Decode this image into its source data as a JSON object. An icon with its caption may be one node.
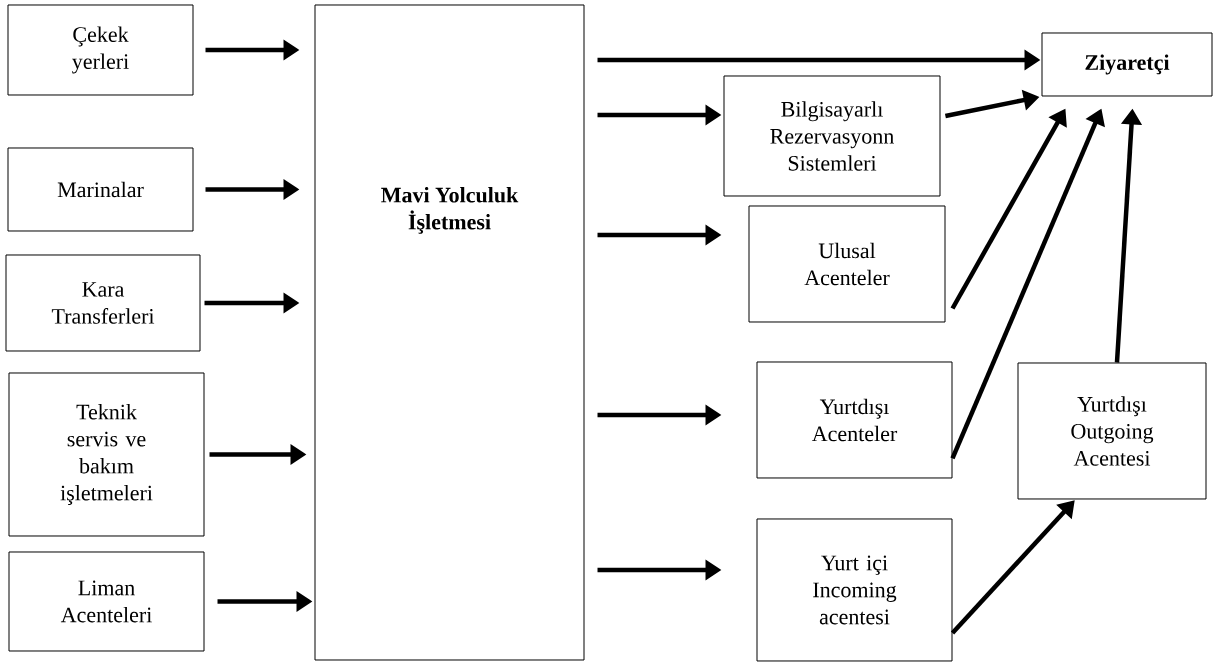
{
  "diagram": {
    "nodes": [
      {
        "text": [
          "Çekek yerleri"
        ]
      },
      {
        "text": [
          "Marinalar"
        ]
      },
      {
        "text": [
          "Kara Transferleri"
        ]
      },
      {
        "text": [
          "Teknik servis ve bakım işletmeleri"
        ]
      },
      {
        "text": [
          "Liman Acenteleri"
        ]
      },
      {
        "text": [
          "Mavi Yolculuk İşletmesi"
        ]
      },
      {
        "text": [
          "Ziyaretçi"
        ]
      },
      {
        "text": [
          "Bilgisayarlı Rezervasyonn Sistemleri"
        ]
      },
      {
        "text": [
          "Ulusal Acenteler"
        ]
      },
      {
        "text": [
          "Yurtdışı Acenteler"
        ]
      },
      {
        "text": [
          "Yurtdışı Outgoing Acentesi"
        ]
      },
      {
        "text": [
          "Yurt içi Incoming acentesi"
        ]
      }
    ],
    "edges": [
      {
        "from": 0,
        "to": 5,
        "arrow": "to"
      },
      {
        "from": 1,
        "to": 5,
        "arrow": "to"
      },
      {
        "from": 2,
        "to": 5,
        "arrow": "to"
      },
      {
        "from": 3,
        "to": 5,
        "arrow": "to"
      },
      {
        "from": 4,
        "to": 5,
        "arrow": "to"
      },
      {
        "from": 5,
        "to": 6,
        "arrow": "to"
      },
      {
        "from": 5,
        "to": 7,
        "arrow": "to"
      },
      {
        "from": 5,
        "to": 8,
        "arrow": "to"
      },
      {
        "from": 5,
        "to": 9,
        "arrow": "to"
      },
      {
        "from": 5,
        "to": 11,
        "arrow": "to"
      },
      {
        "from": 7,
        "to": 6,
        "arrow": "to"
      },
      {
        "from": 8,
        "to": 6,
        "arrow": "to"
      },
      {
        "from": 9,
        "to": 6,
        "arrow": "to"
      },
      {
        "from": 10,
        "to": 6,
        "arrow": "to"
      },
      {
        "from": 11,
        "to": 10,
        "arrow": "to"
      }
    ]
  }
}
